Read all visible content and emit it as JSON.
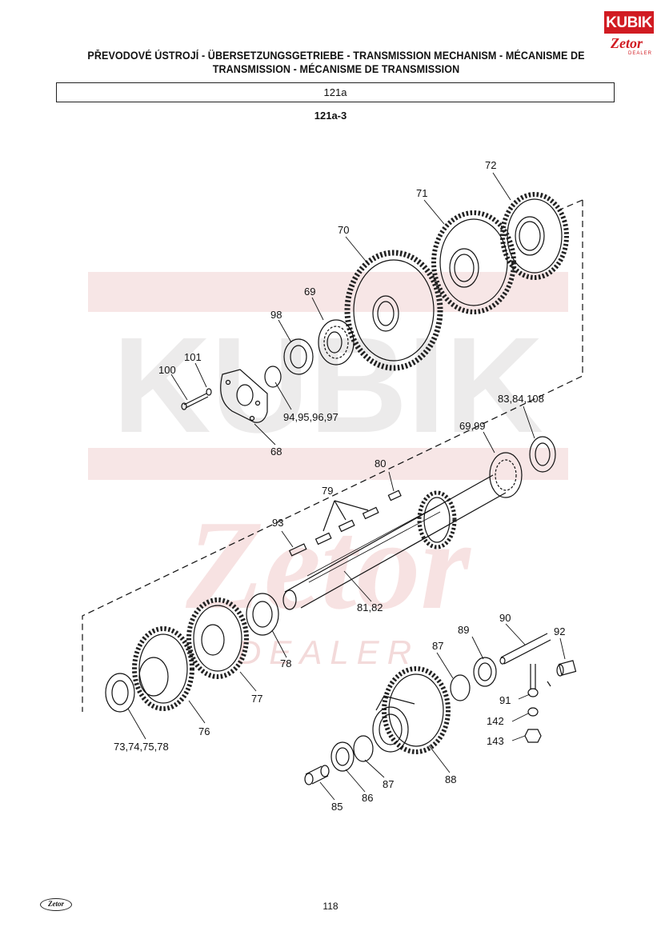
{
  "header": {
    "title_line1": "PŘEVODOVÉ ÚSTROJÍ - ÜBERSETZUNGSGETRIEBE - TRANSMISSION MECHANISM - MÉCANISME DE",
    "title_line2": "TRANSMISSION - MÉCANISME DE TRANSMISSION",
    "section": "121a",
    "subsection": "121a-3"
  },
  "logo": {
    "brand": "KUBIK",
    "sub": "Zetor",
    "tag": "DEALER"
  },
  "watermark": {
    "text1": "KUBIK",
    "text2": "Zetor",
    "text3": "DEALER"
  },
  "callouts": {
    "c72": "72",
    "c71": "71",
    "c70": "70",
    "c69": "69",
    "c98": "98",
    "c101": "101",
    "c100": "100",
    "c94": "94,95,96,97",
    "c68": "68",
    "c83": "83,84,108",
    "c6999": "69,99",
    "c80": "80",
    "c79": "79",
    "c93": "93",
    "c8182": "81,82",
    "c78a": "78",
    "c77": "77",
    "c76": "76",
    "c73": "73,74,75,78",
    "c90": "90",
    "c89": "89",
    "c87a": "87",
    "c92": "92",
    "c91": "91",
    "c142": "142",
    "c143": "143",
    "c88": "88",
    "c87b": "87",
    "c86": "86",
    "c85": "85"
  },
  "footer": {
    "logo": "Zetor",
    "page": "118"
  },
  "colors": {
    "accent": "#d11b22",
    "watermark": "#f6e4e4",
    "line": "#111111"
  }
}
